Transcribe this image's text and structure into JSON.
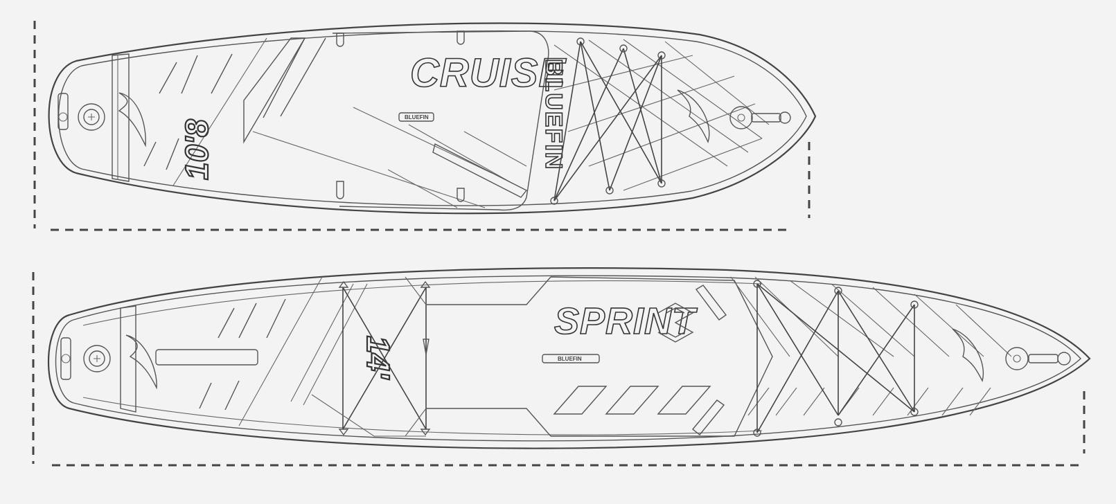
{
  "boards": {
    "cruise": {
      "model": "CRUISE",
      "size": "10'8",
      "brand": "BLUEFIN",
      "tag": "BLUEFIN"
    },
    "sprint": {
      "model": "SPRINT",
      "size": "14'",
      "tag": "BLUEFIN"
    }
  },
  "colors": {
    "background": "#f3f3f3",
    "line": "#444444"
  }
}
